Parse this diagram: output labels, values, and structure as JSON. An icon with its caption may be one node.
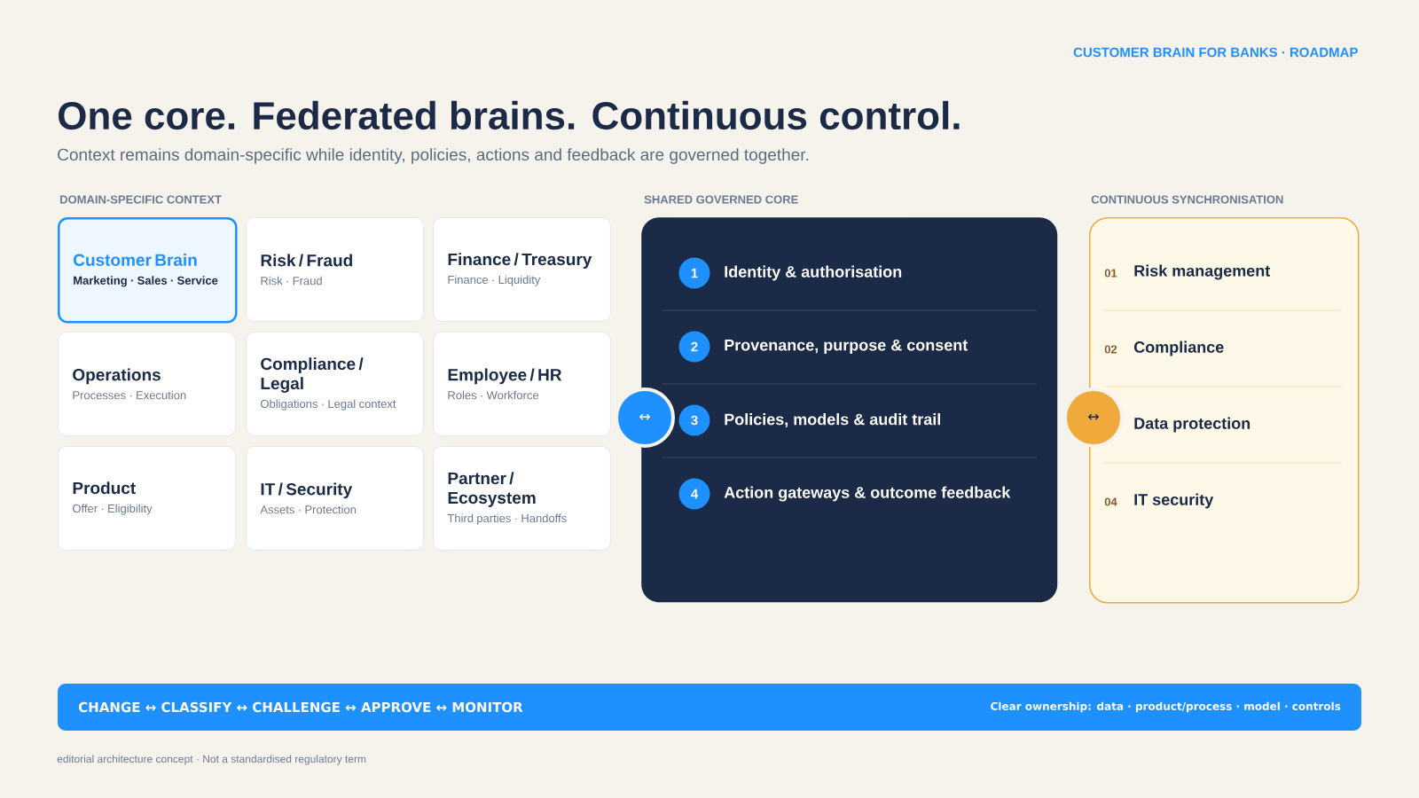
{
  "diagram": {
    "title": "One core. Federated brains. Continuous control.",
    "nodes": [
      {
        "text": [
          "Customer Brain",
          "Marketing · Sales · Service"
        ]
      },
      {
        "text": [
          "Risk / Fraud",
          "Risk · Fraud"
        ]
      },
      {
        "text": [
          "Finance / Treasury",
          "Finance · Liquidity"
        ]
      },
      {
        "text": [
          "Operations",
          "Processes · Execution"
        ]
      },
      {
        "text": [
          "Compliance / Legal",
          "Obligations · Legal context"
        ]
      },
      {
        "text": [
          "Employee / HR",
          "Roles · Workforce"
        ]
      },
      {
        "text": [
          "Product",
          "Offer · Eligibility"
        ]
      },
      {
        "text": [
          "IT / Security",
          "Assets · Protection"
        ]
      },
      {
        "text": [
          "Partner / Ecosystem",
          "Third parties · Handoffs"
        ]
      },
      {
        "text": [],
        "shape": "box"
      },
      {
        "text": [
          "1",
          "Identity & authorisation"
        ],
        "in": 9
      },
      {
        "text": [
          "2",
          "Provenance, purpose & consent"
        ],
        "in": 9
      },
      {
        "text": [
          "3",
          "Policies, models & audit trail"
        ],
        "in": 9
      },
      {
        "text": [
          "4",
          "Action gateways & outcome feedback"
        ],
        "in": 9
      },
      {
        "text": [],
        "shape": "box"
      },
      {
        "text": [
          "01",
          "Risk management"
        ],
        "in": 14
      },
      {
        "text": [
          "02",
          "Compliance"
        ],
        "in": 14
      },
      {
        "text": [
          "Data protection"
        ],
        "in": 14
      },
      {
        "text": [
          "04",
          "IT security"
        ],
        "in": 14
      },
      {
        "text": [
          "↔"
        ]
      },
      {
        "text": [
          "↔"
        ]
      },
      {
        "text": [
          "CHANGE ↔ CLASSIFY ↔ CHALLENGE ↔ APPROVE ↔ MONITOR",
          "Clear ownership: data · product/process · model · controls"
        ]
      }
    ],
    "labels": [
      "CUSTOMER BRAIN FOR BANKS · ROADMAP",
      "Context remains domain-specific while identity, policies, actions and feedback are governed together.",
      "DOMAIN-SPECIFIC CONTEXT",
      "SHARED GOVERNED CORE",
      "CONTINUOUS SYNCHRONISATION",
      "editorial architecture concept · Not a standardised regulatory term"
    ]
  }
}
